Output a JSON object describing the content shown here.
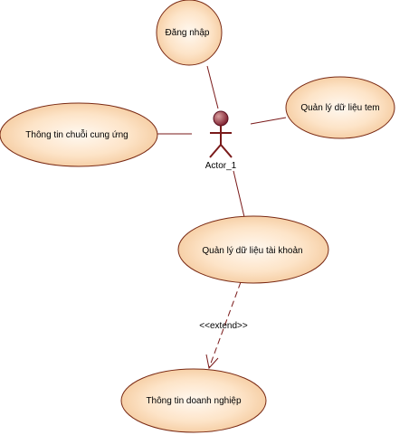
{
  "colors": {
    "background": "#ffffff",
    "usecase_fill_light": "#fff8f0",
    "usecase_fill_mid": "#fde4c8",
    "usecase_fill_dark": "#f2c494",
    "usecase_stroke": "#7a2a14",
    "line": "#7a1a1a",
    "actor_head_light": "#d9a0a0",
    "actor_head_dark": "#7a1a2a",
    "text": "#000000"
  },
  "actor": {
    "name": "Actor_1",
    "icon": "stick-figure-actor-icon"
  },
  "use_cases": [
    {
      "id": "uc-login",
      "label": "Đăng nhập"
    },
    {
      "id": "uc-stamp-data",
      "label": "Quản lý dữ liệu tem"
    },
    {
      "id": "uc-supply-chain",
      "label": "Thông tin chuỗi cung ứng"
    },
    {
      "id": "uc-account-data",
      "label": "Quản lý dữ liệu tài khoản"
    },
    {
      "id": "uc-business-info",
      "label": "Thông tin doanh nghiệp"
    }
  ],
  "relations": [
    {
      "type": "association",
      "from": "actor",
      "to": "uc-login"
    },
    {
      "type": "association",
      "from": "actor",
      "to": "uc-stamp-data"
    },
    {
      "type": "association",
      "from": "actor",
      "to": "uc-supply-chain"
    },
    {
      "type": "association",
      "from": "actor",
      "to": "uc-account-data"
    },
    {
      "type": "extend",
      "from": "uc-account-data",
      "to": "uc-business-info",
      "label": "<<extend>>"
    }
  ]
}
